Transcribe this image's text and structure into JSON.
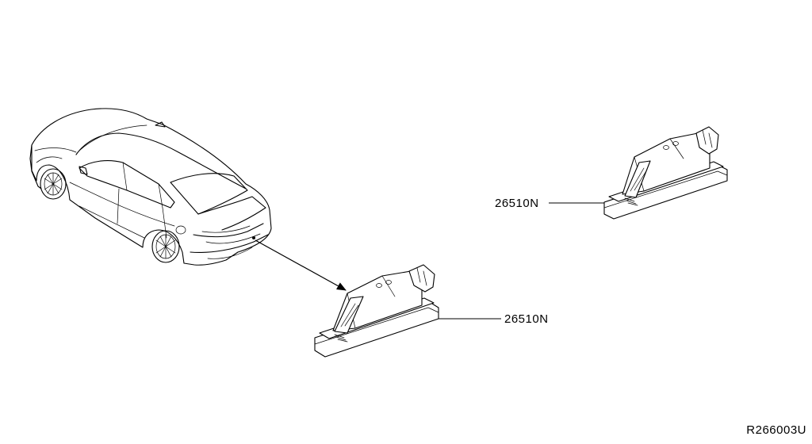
{
  "diagram": {
    "part_labels": [
      {
        "id": "upper",
        "text": "26510N"
      },
      {
        "id": "lower",
        "text": "26510N"
      }
    ],
    "reference_code": "R266003U"
  }
}
